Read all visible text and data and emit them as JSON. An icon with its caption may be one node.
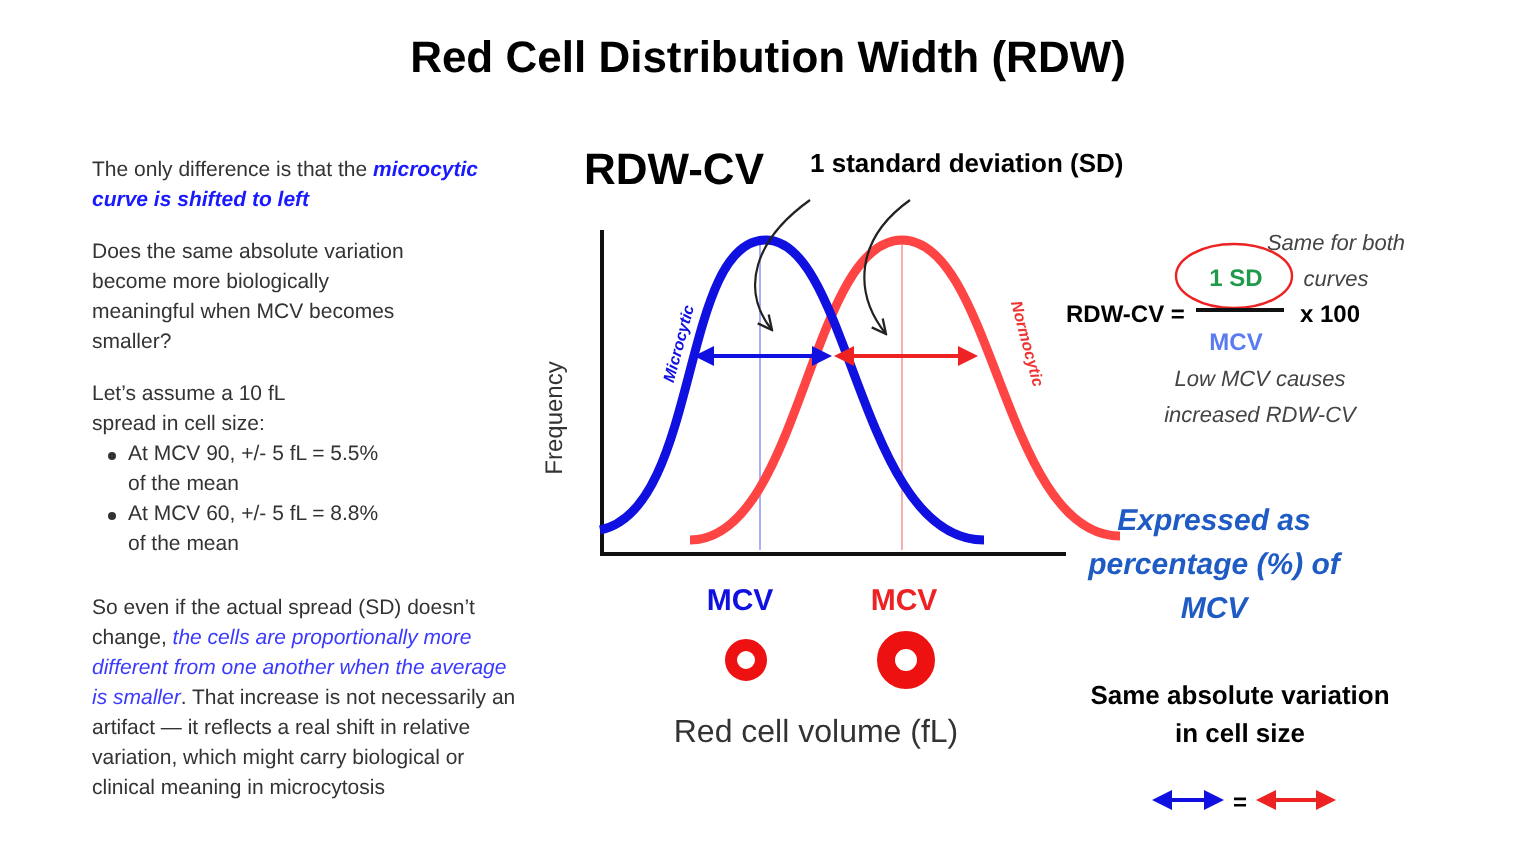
{
  "diagram": {
    "title": "Red Cell Distribution Width (RDW)",
    "nodes": [
      {
        "text": [
          "1 standard deviation (SD)"
        ]
      },
      {
        "text": [],
        "shape": "picture"
      },
      {
        "text": [],
        "shape": "picture"
      }
    ],
    "edges": [
      {
        "from": 0,
        "to": 1,
        "arrow": "to"
      },
      {
        "from": 0,
        "to": 2,
        "arrow": "to"
      }
    ],
    "labels": [
      "The only difference is that the **microcytic curve is shifted to left**",
      "Does the same absolute variation become more biologically meaningful when MCV becomes smaller?",
      "Let’s assume a 10 fL spread in cell size:",
      "At MCV 90, +/- 5 fL = 5.5% of the mean",
      "At MCV 60, +/- 5 fL = 8.8% of the mean",
      "So even if the actual spread (SD) doesn’t change, *the cells are proportionally more different from one another when the average is smaller*.  That increase is not necessarily an artifact — it reflects a real shift in relative variation, which might carry biological or clinical meaning in microcytosis",
      "RDW-CV",
      "Same for both curves",
      "RDW-CV =",
      "1 SD",
      "MCV",
      "x 100",
      "Low MCV causes increased RDW-CV",
      "Frequency",
      "Microcytic",
      "Normocytic",
      "Expressed as percentage (%) of MCV",
      "MCV",
      "MCV",
      "Red cell volume (fL)",
      "Same absolute variation in cell size",
      "="
    ]
  }
}
